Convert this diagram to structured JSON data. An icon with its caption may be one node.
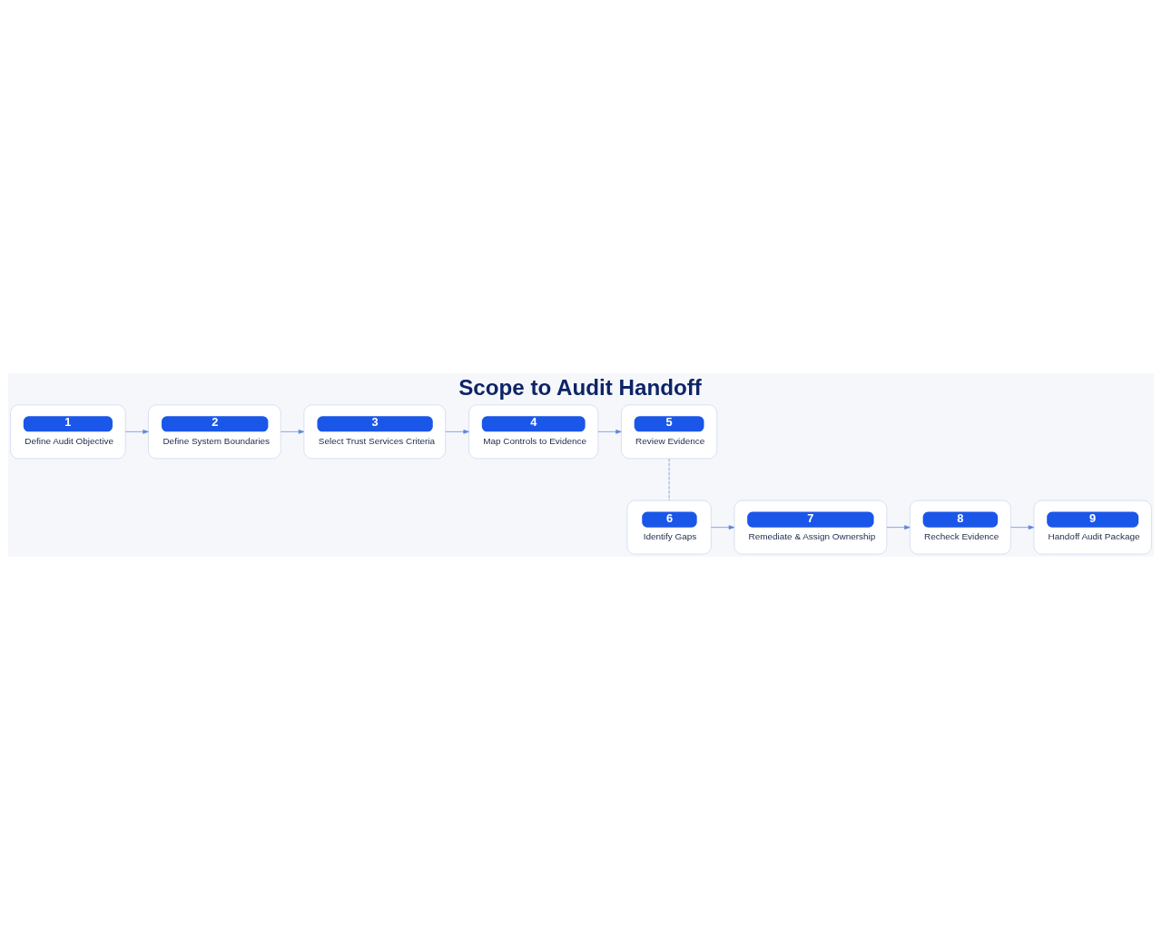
{
  "diagram": {
    "title": "Scope to Audit Handoff",
    "nodes": [
      {
        "text": [
          "1",
          "Define Audit Objective"
        ]
      },
      {
        "text": [
          "2",
          "Define System Boundaries"
        ]
      },
      {
        "text": [
          "3",
          "Select Trust Services Criteria"
        ]
      },
      {
        "text": [
          "4",
          "Map Controls to Evidence"
        ]
      },
      {
        "text": [
          "5",
          "Review Evidence"
        ]
      },
      {
        "text": [
          "6",
          "Identify Gaps"
        ]
      },
      {
        "text": [
          "7",
          "Remediate & Assign Ownership"
        ]
      },
      {
        "text": [
          "8",
          "Recheck Evidence"
        ]
      },
      {
        "text": [
          "9",
          "Handoff Audit Package"
        ]
      }
    ],
    "edges": [
      {
        "from": 0,
        "to": 1,
        "arrow": "to"
      },
      {
        "from": 1,
        "to": 2,
        "arrow": "to"
      },
      {
        "from": 2,
        "to": 3,
        "arrow": "to"
      },
      {
        "from": 3,
        "to": 4,
        "arrow": "to"
      },
      {
        "from": 4,
        "to": 5,
        "arrow": "none",
        "style": "dashed"
      },
      {
        "from": 5,
        "to": 6,
        "arrow": "to"
      },
      {
        "from": 6,
        "to": 7,
        "arrow": "to"
      },
      {
        "from": 7,
        "to": 8,
        "arrow": "to"
      }
    ]
  }
}
